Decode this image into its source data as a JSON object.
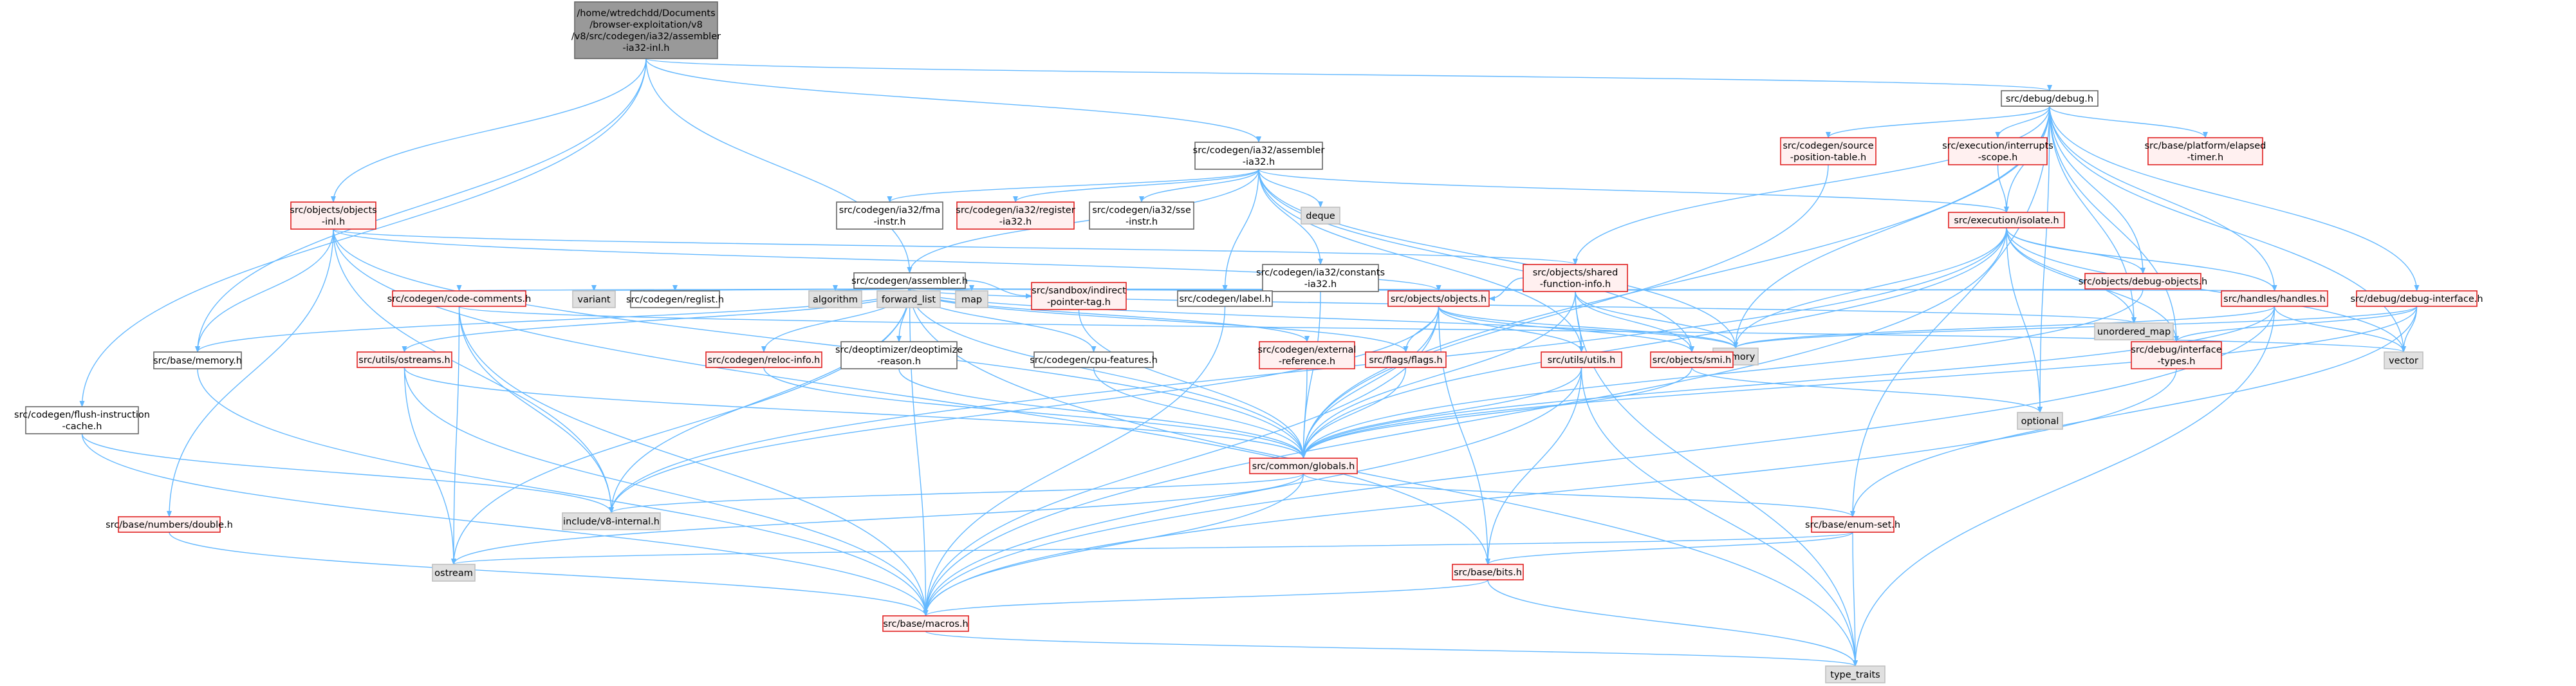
{
  "diagram": {
    "colors": {
      "edge": "#63b8ff",
      "root_fill": "#999999",
      "root_stroke": "#666666",
      "normal_fill": "#ffffff",
      "normal_stroke": "#666666",
      "red_fill": "#fff0f0",
      "red_stroke": "#e02020",
      "gray_fill": "#e0e0e0",
      "gray_stroke": "#bfbfbf"
    },
    "nodes": [
      {
        "id": "root",
        "type": "root",
        "lines": [
          "/home/wtredchdd/Documents",
          "/browser-exploitation/v8",
          "/v8/src/codegen/ia32/assembler",
          "-ia32-inl.h"
        ]
      },
      {
        "id": "debug",
        "type": "normal",
        "lines": [
          "src/debug/debug.h"
        ]
      },
      {
        "id": "asm_ia32",
        "type": "normal",
        "lines": [
          "src/codegen/ia32/assembler",
          "-ia32.h"
        ]
      },
      {
        "id": "obj_inl",
        "type": "red",
        "lines": [
          "src/objects/objects",
          "-inl.h"
        ]
      },
      {
        "id": "src_pos",
        "type": "red",
        "lines": [
          "src/codegen/source",
          "-position-table.h"
        ]
      },
      {
        "id": "interrupts",
        "type": "red",
        "lines": [
          "src/execution/interrupts",
          "-scope.h"
        ]
      },
      {
        "id": "elapsed",
        "type": "red",
        "lines": [
          "src/base/platform/elapsed",
          "-timer.h"
        ]
      },
      {
        "id": "fma",
        "type": "normal",
        "lines": [
          "src/codegen/ia32/fma",
          "-instr.h"
        ]
      },
      {
        "id": "reg_ia32",
        "type": "red",
        "lines": [
          "src/codegen/ia32/register",
          "-ia32.h"
        ]
      },
      {
        "id": "sse",
        "type": "normal",
        "lines": [
          "src/codegen/ia32/sse",
          "-instr.h"
        ]
      },
      {
        "id": "deque",
        "type": "gray",
        "lines": [
          "deque"
        ]
      },
      {
        "id": "isolate",
        "type": "red",
        "lines": [
          "src/execution/isolate.h"
        ]
      },
      {
        "id": "assembler",
        "type": "normal",
        "lines": [
          "src/codegen/assembler.h"
        ]
      },
      {
        "id": "const_ia32",
        "type": "normal",
        "lines": [
          "src/codegen/ia32/constants",
          "-ia32.h"
        ]
      },
      {
        "id": "sfi",
        "type": "red",
        "lines": [
          "src/objects/shared",
          "-function-info.h"
        ]
      },
      {
        "id": "debug_obj",
        "type": "red",
        "lines": [
          "src/objects/debug-objects.h"
        ]
      },
      {
        "id": "unordered_map",
        "type": "gray",
        "lines": [
          "unordered_map"
        ]
      },
      {
        "id": "code_comments",
        "type": "red",
        "lines": [
          "src/codegen/code-comments.h"
        ]
      },
      {
        "id": "variant",
        "type": "gray",
        "lines": [
          "variant"
        ]
      },
      {
        "id": "reglist",
        "type": "normal",
        "lines": [
          "src/codegen/reglist.h"
        ]
      },
      {
        "id": "algorithm",
        "type": "gray",
        "lines": [
          "algorithm"
        ]
      },
      {
        "id": "forward_list",
        "type": "gray",
        "lines": [
          "forward_list"
        ]
      },
      {
        "id": "map",
        "type": "gray",
        "lines": [
          "map"
        ]
      },
      {
        "id": "sandbox",
        "type": "red",
        "lines": [
          "src/sandbox/indirect",
          "-pointer-tag.h"
        ]
      },
      {
        "id": "label",
        "type": "normal",
        "lines": [
          "src/codegen/label.h"
        ]
      },
      {
        "id": "objects",
        "type": "red",
        "lines": [
          "src/objects/objects.h"
        ]
      },
      {
        "id": "handles",
        "type": "red",
        "lines": [
          "src/handles/handles.h"
        ]
      },
      {
        "id": "debug_iface",
        "type": "red",
        "lines": [
          "src/debug/debug-interface.h"
        ]
      },
      {
        "id": "memory",
        "type": "gray",
        "lines": [
          "memory"
        ]
      },
      {
        "id": "vector",
        "type": "gray",
        "lines": [
          "vector"
        ]
      },
      {
        "id": "base_memory",
        "type": "normal",
        "lines": [
          "src/base/memory.h"
        ]
      },
      {
        "id": "ostreams",
        "type": "red",
        "lines": [
          "src/utils/ostreams.h"
        ]
      },
      {
        "id": "reloc",
        "type": "red",
        "lines": [
          "src/codegen/reloc-info.h"
        ]
      },
      {
        "id": "deopt",
        "type": "normal",
        "lines": [
          "src/deoptimizer/deoptimize",
          "-reason.h"
        ]
      },
      {
        "id": "cpu",
        "type": "normal",
        "lines": [
          "src/codegen/cpu-features.h"
        ]
      },
      {
        "id": "extref",
        "type": "red",
        "lines": [
          "src/codegen/external",
          "-reference.h"
        ]
      },
      {
        "id": "flags",
        "type": "red",
        "lines": [
          "src/flags/flags.h"
        ]
      },
      {
        "id": "utils",
        "type": "red",
        "lines": [
          "src/utils/utils.h"
        ]
      },
      {
        "id": "smi",
        "type": "red",
        "lines": [
          "src/objects/smi.h"
        ]
      },
      {
        "id": "dbg_types",
        "type": "red",
        "lines": [
          "src/debug/interface",
          "-types.h"
        ]
      },
      {
        "id": "flush",
        "type": "normal",
        "lines": [
          "src/codegen/flush-instruction",
          "-cache.h"
        ]
      },
      {
        "id": "optional",
        "type": "gray",
        "lines": [
          "optional"
        ]
      },
      {
        "id": "globals",
        "type": "red",
        "lines": [
          "src/common/globals.h"
        ]
      },
      {
        "id": "v8internal",
        "type": "gray",
        "lines": [
          "include/v8-internal.h"
        ]
      },
      {
        "id": "double",
        "type": "red",
        "lines": [
          "src/base/numbers/double.h"
        ]
      },
      {
        "id": "enumset",
        "type": "red",
        "lines": [
          "src/base/enum-set.h"
        ]
      },
      {
        "id": "ostream",
        "type": "gray",
        "lines": [
          "ostream"
        ]
      },
      {
        "id": "bits",
        "type": "red",
        "lines": [
          "src/base/bits.h"
        ]
      },
      {
        "id": "macros",
        "type": "red",
        "lines": [
          "src/base/macros.h"
        ]
      },
      {
        "id": "type_traits",
        "type": "gray",
        "lines": [
          "type_traits"
        ]
      }
    ]
  }
}
